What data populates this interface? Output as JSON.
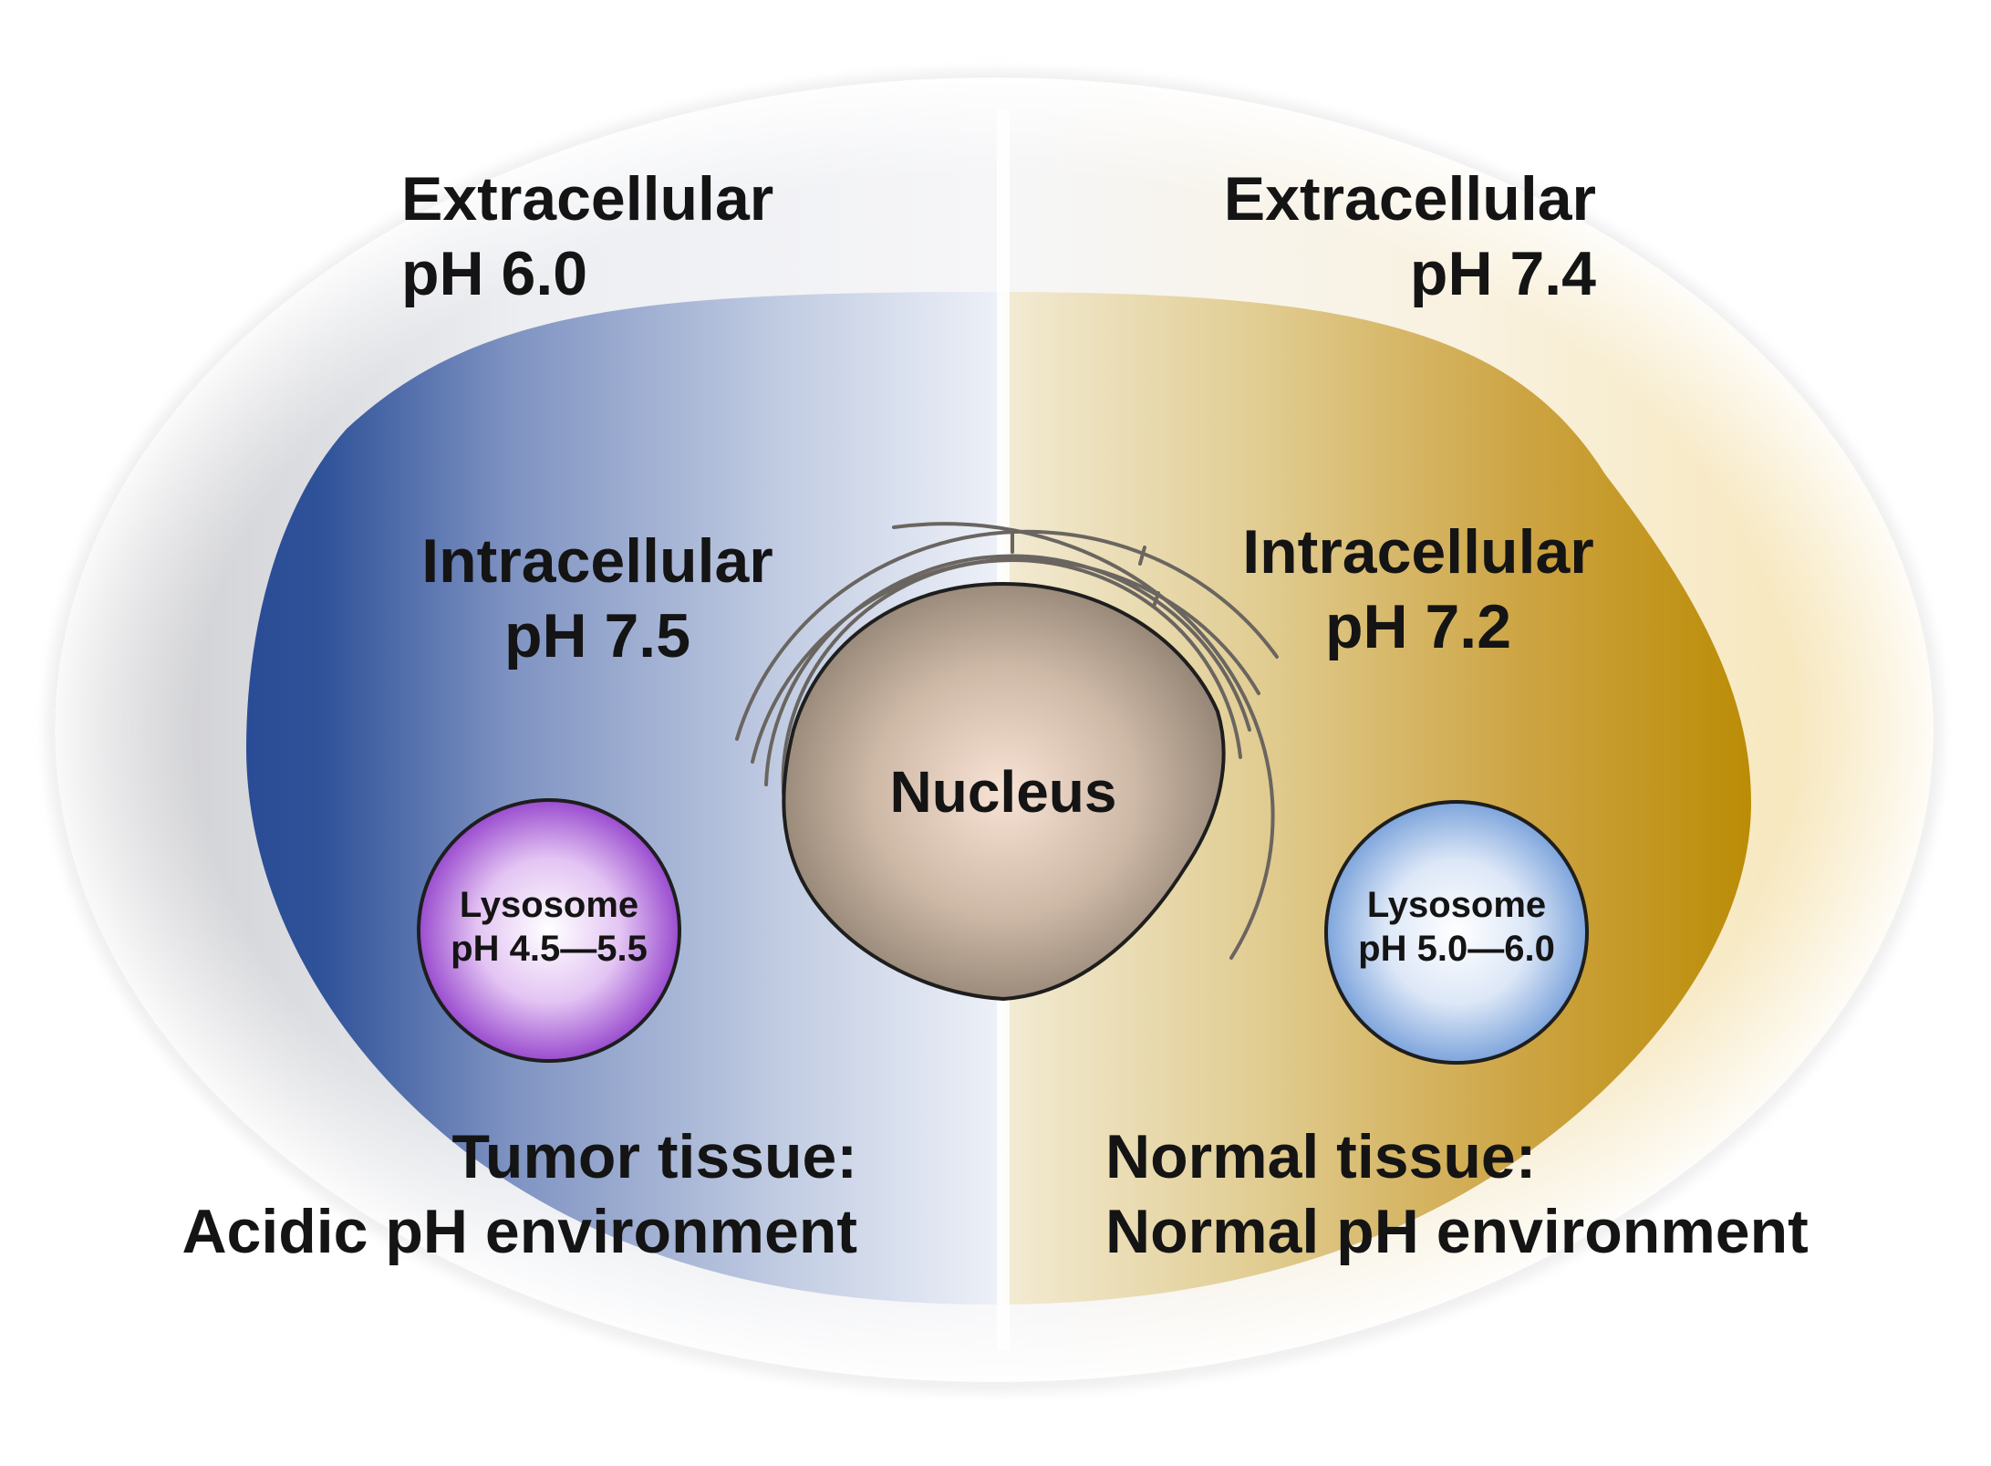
{
  "left_panel": {
    "extracellular": {
      "line1": "Extracellular",
      "line2": "pH 6.0"
    },
    "intracellular": {
      "line1": "Intracellular",
      "line2": "pH 7.5"
    },
    "lysosome": {
      "line1": "Lysosome",
      "line2": "pH 4.5—5.5"
    },
    "tissue": {
      "line1": "Tumor tissue:",
      "line2": "Acidic pH environment"
    }
  },
  "right_panel": {
    "extracellular": {
      "line1": "Extracellular",
      "line2": "pH 7.4"
    },
    "intracellular": {
      "line1": "Intracellular",
      "line2": "pH 7.2"
    },
    "lysosome": {
      "line1": "Lysosome",
      "line2": "pH 5.0—6.0"
    },
    "tissue": {
      "line1": "Normal tissue:",
      "line2": "Normal pH environment"
    }
  },
  "nucleus": {
    "label": "Nucleus"
  },
  "colors": {
    "tumor_cell": "#2b4f98",
    "normal_cell": "#bd8e08",
    "left_lysosome": "#9b4fd0",
    "right_lysosome": "#7fa6dc",
    "nucleus": "#a39384",
    "text": "#141414"
  }
}
